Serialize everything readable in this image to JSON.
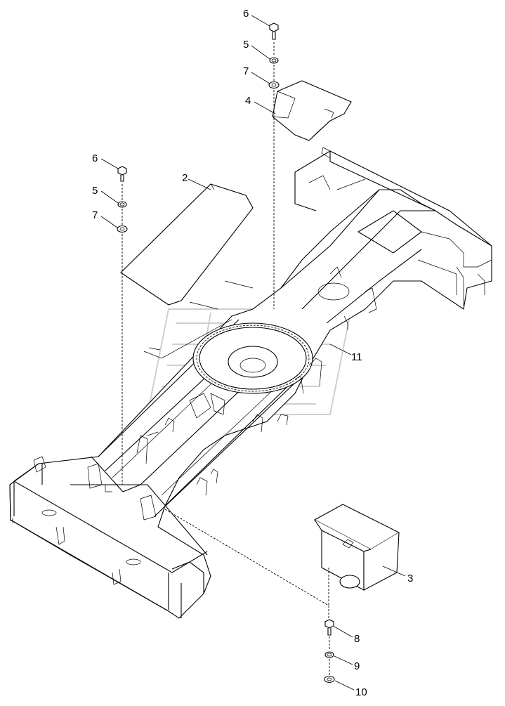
{
  "callouts": {
    "screw_top": "6",
    "spring_washer_top": "5",
    "flat_washer_top": "7",
    "cover_top": "4",
    "screw_left": "6",
    "spring_washer_left": "5",
    "flat_washer_left": "7",
    "cover_left": "2",
    "box": "3",
    "frame": "11",
    "screw_bottom": "8",
    "spring_washer_bottom": "9",
    "flat_washer_bottom": "10"
  },
  "colors": {
    "line": "#000000",
    "background": "#ffffff",
    "watermark": "#d9d9d9"
  }
}
